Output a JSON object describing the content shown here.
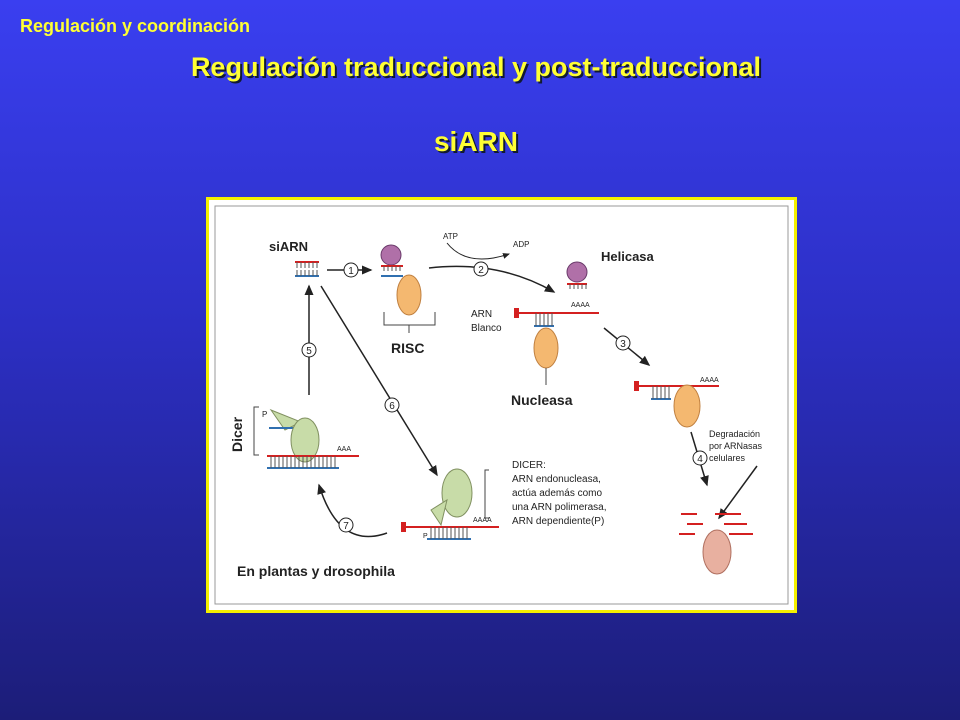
{
  "header": {
    "section_label": "Regulación y coordinación",
    "title": "Regulación traduccional y post-traduccional",
    "subtitle": "siARN"
  },
  "figure": {
    "labels": {
      "siarn": "siARN",
      "atp": "ATP",
      "adp": "ADP",
      "helicasa": "Helicasa",
      "risc": "RISC",
      "arn_blanco_1": "ARN",
      "arn_blanco_2": "Blanco",
      "nucleasa": "Nucleasa",
      "dicer": "Dicer",
      "p_small": "P",
      "aaa": "AAA",
      "aaaa": "AAAA",
      "dicer_desc": [
        "DICER:",
        "ARN endonucleasa,",
        "actúa además como",
        " una ARN polimerasa,",
        "ARN dependiente(P)"
      ],
      "degradacion": [
        "Degradación",
        "por ARNasas",
        "celulares"
      ],
      "caption": "En plantas y drosophila"
    },
    "steps": [
      "1",
      "2",
      "3",
      "4",
      "5",
      "6",
      "7"
    ],
    "colors": {
      "frame_border": "#f4f000",
      "rna_red": "#d42020",
      "rna_blue": "#3070b0",
      "risc_orange": "#f4b870",
      "helicase_purple": "#b070a8",
      "dicer_green": "#c8dca8",
      "degraded_pink": "#e8b0a0"
    }
  }
}
